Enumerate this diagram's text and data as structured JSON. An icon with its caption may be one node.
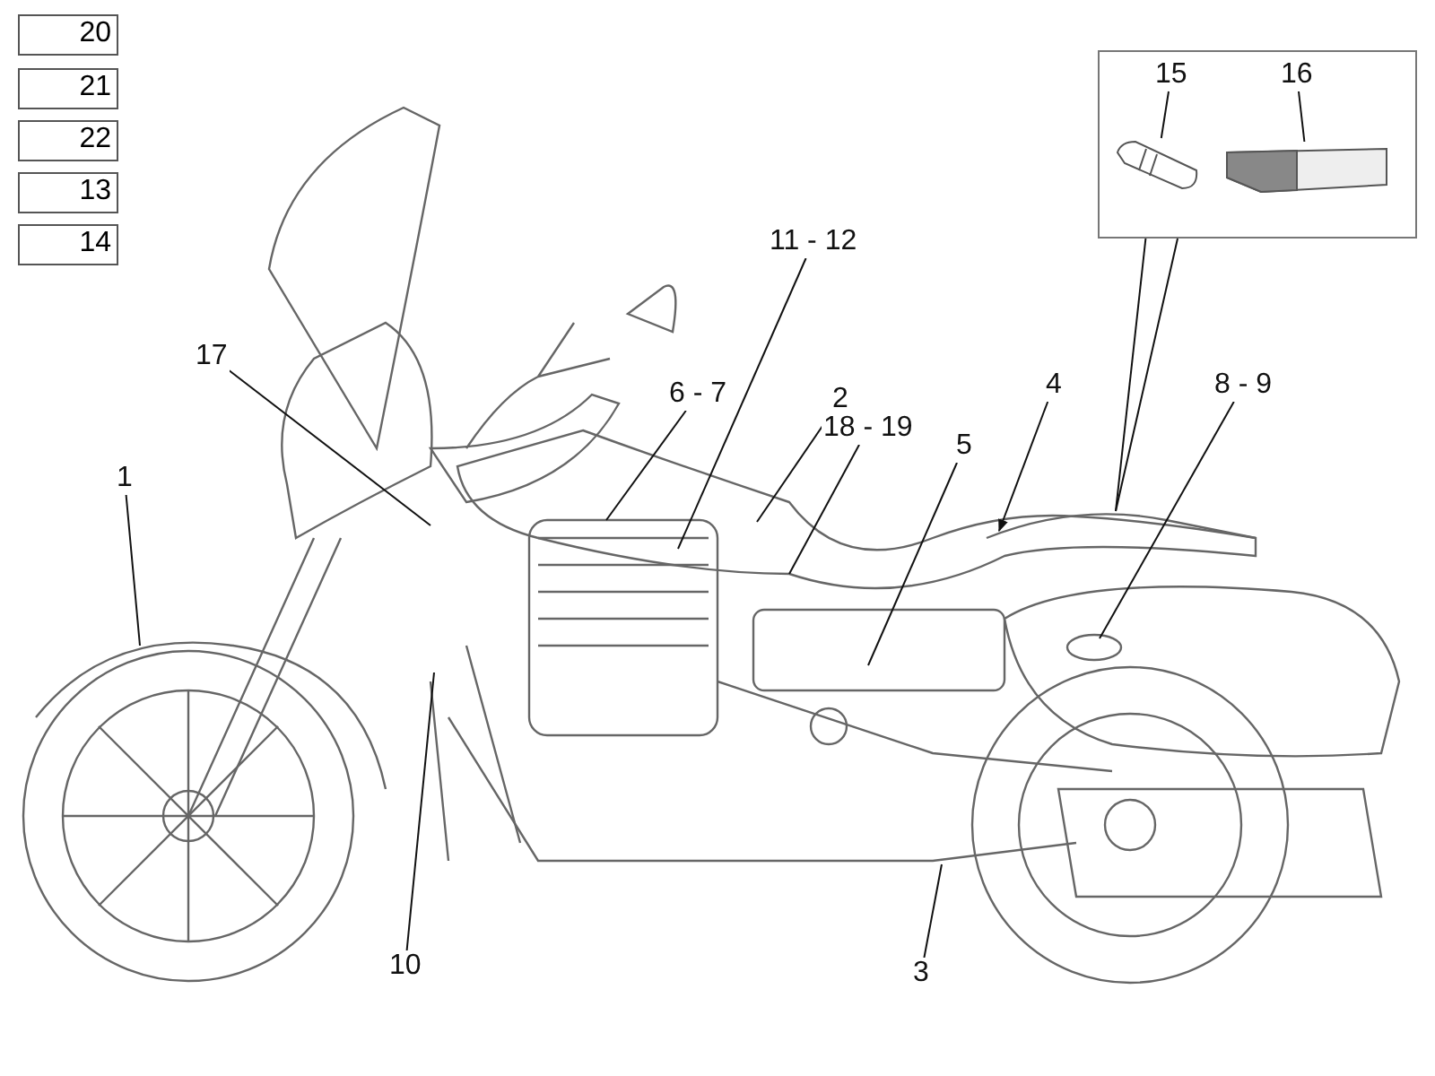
{
  "diagram": {
    "nodes": [
      {
        "text": [
          "20"
        ]
      },
      {
        "text": [
          "21"
        ]
      },
      {
        "text": [
          "22"
        ]
      },
      {
        "text": [
          "13"
        ]
      },
      {
        "text": [
          "14"
        ]
      },
      {
        "text": [],
        "shape": "box"
      },
      {
        "text": [
          "15"
        ],
        "in": 5
      },
      {
        "text": [
          "16"
        ],
        "in": 5
      },
      {
        "text": [
          "11 - 12"
        ]
      },
      {
        "text": [
          "17"
        ]
      },
      {
        "text": [
          "6 - 7"
        ]
      },
      {
        "text": [
          "2"
        ]
      },
      {
        "text": [
          "4"
        ]
      },
      {
        "text": [
          "8 - 9"
        ]
      },
      {
        "text": [
          "18 - 19"
        ]
      },
      {
        "text": [
          "5"
        ]
      },
      {
        "text": [
          "1"
        ]
      },
      {
        "text": [
          "10"
        ]
      },
      {
        "text": [
          "3"
        ]
      },
      {
        "text": [],
        "shape": "picture",
        "in": 5
      },
      {
        "text": [],
        "shape": "picture",
        "in": 5
      }
    ],
    "edges": [
      {
        "from": 5,
        "to": null,
        "arrow": "none"
      },
      {
        "from": 5,
        "to": null,
        "arrow": "none"
      },
      {
        "from": 6,
        "to": 19,
        "arrow": "none"
      },
      {
        "from": 7,
        "to": 20,
        "arrow": "none"
      },
      {
        "from": 8,
        "to": null,
        "arrow": "none"
      },
      {
        "from": 9,
        "to": null,
        "arrow": "none"
      },
      {
        "from": 10,
        "to": null,
        "arrow": "none"
      },
      {
        "from": 11,
        "to": null,
        "arrow": "none"
      },
      {
        "from": 12,
        "to": null,
        "arrow": "to"
      },
      {
        "from": 13,
        "to": null,
        "arrow": "none"
      },
      {
        "from": 14,
        "to": null,
        "arrow": "none"
      },
      {
        "from": 15,
        "to": null,
        "arrow": "none"
      },
      {
        "from": 16,
        "to": null,
        "arrow": "none"
      },
      {
        "from": 17,
        "to": null,
        "arrow": "none"
      },
      {
        "from": 18,
        "to": null,
        "arrow": "none"
      }
    ]
  }
}
